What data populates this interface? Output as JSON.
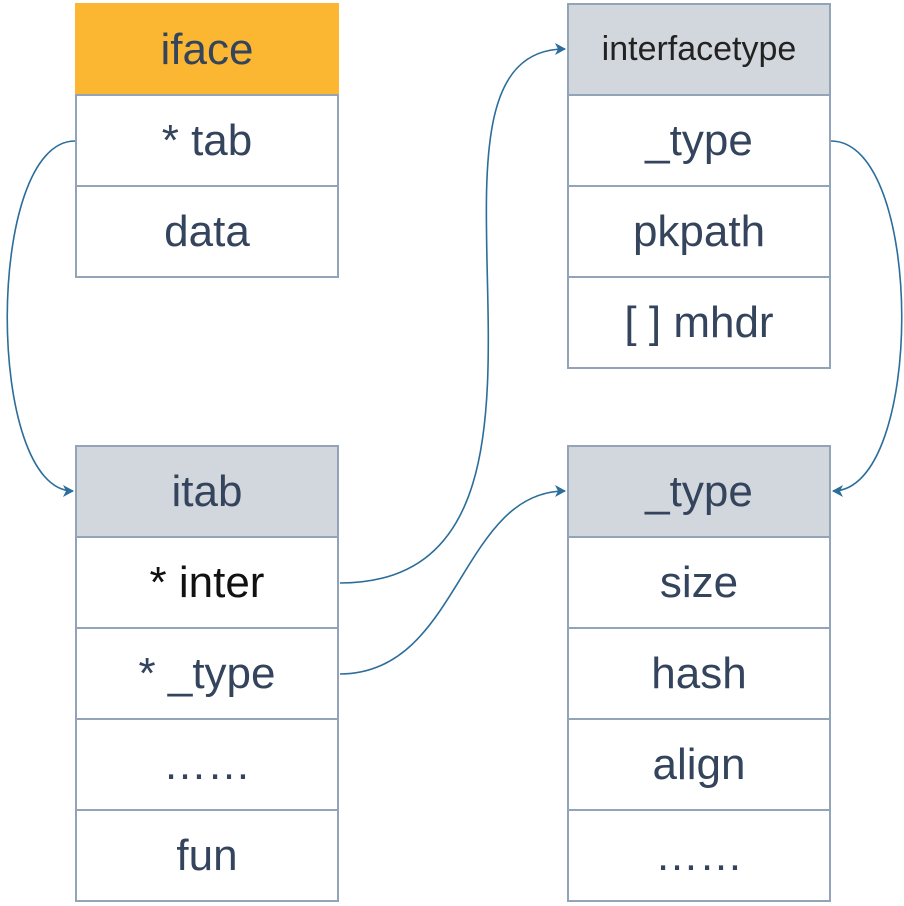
{
  "structs": {
    "iface": {
      "header": "iface",
      "header_color": "#FBB732",
      "fields": [
        "* tab",
        "data"
      ]
    },
    "interfacetype": {
      "header": "interfacetype",
      "fields": [
        "_type",
        "pkpath",
        "[ ] mhdr"
      ]
    },
    "itab": {
      "header": "itab",
      "fields": [
        "* inter",
        "* _type",
        "……",
        "fun"
      ]
    },
    "type": {
      "header": "_type",
      "fields": [
        "size",
        "hash",
        "align",
        "……"
      ]
    }
  },
  "links": [
    {
      "from": "iface.* tab",
      "to": "itab"
    },
    {
      "from": "itab.* inter",
      "to": "interfacetype"
    },
    {
      "from": "itab.* _type",
      "to": "_type"
    },
    {
      "from": "interfacetype._type",
      "to": "_type"
    }
  ],
  "colors": {
    "border": "#93A4B8",
    "header_gray": "#D2D6DD",
    "text": "#33445C",
    "arrow": "#2B6D9B"
  }
}
